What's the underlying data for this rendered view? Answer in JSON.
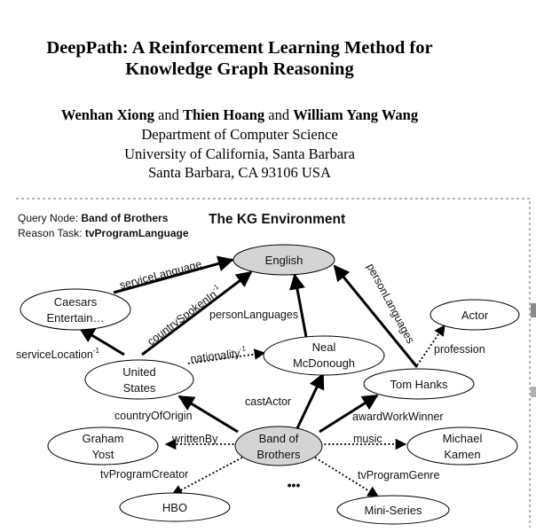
{
  "paper": {
    "title_line1": "DeepPath: A Reinforcement Learning Method for",
    "title_line2": "Knowledge Graph Reasoning",
    "authors": [
      "Wenhan Xiong",
      "Thien Hoang",
      "William Yang Wang"
    ],
    "author_sep": "and",
    "affiliation": [
      "Department of Computer Science",
      "University of California, Santa Barbara",
      "Santa Barbara, CA 93106 USA"
    ]
  },
  "figure": {
    "query_label": "Query Node:",
    "query_value": "Band of Brothers",
    "task_label": "Reason Task:",
    "task_value": "tvProgramLanguage",
    "env_title": "The KG Environment",
    "nodes": {
      "english": "English",
      "caesars": [
        "Caesars",
        "Entertain…"
      ],
      "actor": "Actor",
      "neal": [
        "Neal",
        "McDonough"
      ],
      "us": [
        "United",
        "States"
      ],
      "tom": "Tom Hanks",
      "graham": [
        "Graham",
        "Yost"
      ],
      "band": [
        "Band of",
        "Brothers"
      ],
      "michael": [
        "Michael",
        "Kamen"
      ],
      "hbo": "HBO",
      "miniseries": "Mini-Series"
    },
    "edges": {
      "serviceLanguage": "serviceLanguage",
      "countrySpokenIn": "countrySpokenIn",
      "inverse_mark": "-1",
      "personLanguages_neal": "personLanguages",
      "personLanguages_tom": "personLanguages",
      "nationality": "nationality",
      "serviceLocation": "serviceLocation",
      "profession": "profession",
      "castActor": "castActor",
      "countryOfOrigin": "countryOfOrigin",
      "awardWorkWinner": "awardWorkWinner",
      "writtenBy": "writtenBy",
      "music": "music",
      "tvProgramCreator": "tvProgramCreator",
      "tvProgramGenre": "tvProgramGenre"
    },
    "ellipsis": "•••"
  }
}
